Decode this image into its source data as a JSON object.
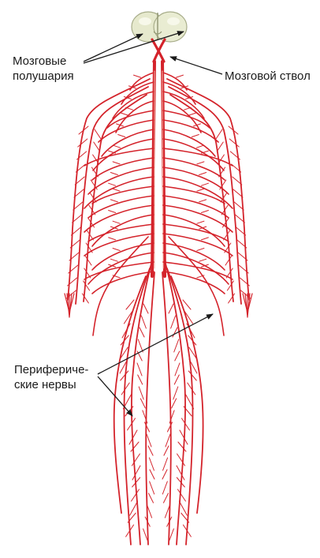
{
  "labels": {
    "hemispheres_line1": "Мозговые",
    "hemispheres_line2": "полушария",
    "brainstem": "Мозговой ствол",
    "peripheral_line1": "Периферичe-",
    "peripheral_line2": "ские нервы"
  },
  "colors": {
    "nerve": "#d4232b",
    "nerve_highlight": "#f4b7a8",
    "brain": "#e9ecd2",
    "arrow": "#1a1a1a"
  }
}
